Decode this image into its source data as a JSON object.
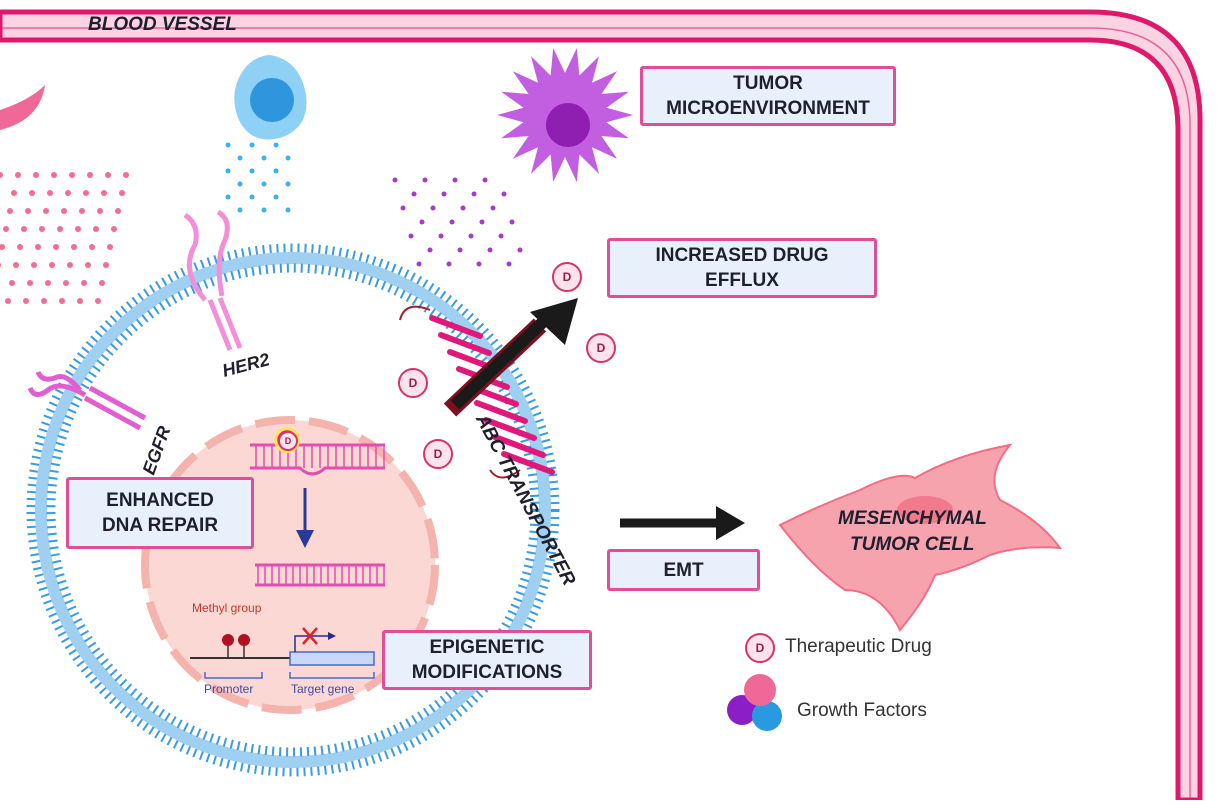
{
  "labels": {
    "blood_vessel": "BLOOD VESSEL",
    "her2": "HER2",
    "egfr": "EGFR",
    "abc_transporter": "ABC TRANSPORTER",
    "mesenchymal_line1": "MESENCHYMAL",
    "mesenchymal_line2": "TUMOR CELL",
    "methyl_group": "Methyl group",
    "promoter": "Promoter",
    "target_gene": "Target gene",
    "drug_symbol": "D"
  },
  "boxes": {
    "tumor_microenvironment": [
      "TUMOR",
      "MICROENVIRONMENT"
    ],
    "increased_drug_efflux": [
      "INCREASED DRUG",
      "EFFLUX"
    ],
    "enhanced_dna_repair": [
      "ENHANCED",
      "DNA REPAIR"
    ],
    "epigenetic_modifications": [
      "EPIGENETIC",
      "MODIFICATIONS"
    ],
    "emt": [
      "EMT"
    ]
  },
  "legend": {
    "therapeutic_drug": "Therapeutic Drug",
    "growth_factors": "Growth Factors"
  },
  "colors": {
    "vessel": "#e0186c",
    "vessel_fill": "#fbd3e2",
    "membrane_blue": "#3a9be0",
    "nucleus": "#fbd8d4",
    "transporter": "#e0187a",
    "box_fill": "#e8f1fb",
    "box_border": "#e04e9a",
    "arrow": "#1a1a1a",
    "mesenchymal": "#f7a3ae",
    "microenv_cell": "#b040d0",
    "immune_cell": "#3aa8e8"
  }
}
